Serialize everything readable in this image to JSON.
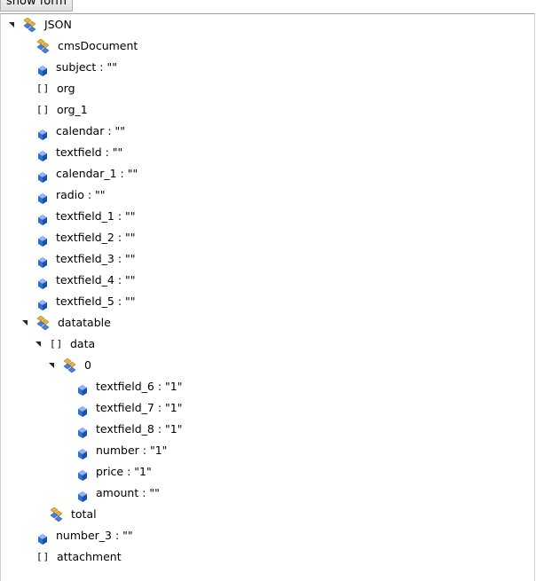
{
  "toolbar": {
    "show_form_label": "show form"
  },
  "tree": {
    "nodes": [
      {
        "label": "JSON",
        "kind": "object",
        "depth": 0,
        "expanded": true
      },
      {
        "label": "cmsDocument",
        "kind": "object",
        "depth": 1
      },
      {
        "label": "subject : \"\"",
        "kind": "property",
        "depth": 1
      },
      {
        "label": "org",
        "kind": "array",
        "depth": 1
      },
      {
        "label": "org_1",
        "kind": "array",
        "depth": 1
      },
      {
        "label": "calendar : \"\"",
        "kind": "property",
        "depth": 1
      },
      {
        "label": "textfield : \"\"",
        "kind": "property",
        "depth": 1
      },
      {
        "label": "calendar_1 : \"\"",
        "kind": "property",
        "depth": 1
      },
      {
        "label": "radio : \"\"",
        "kind": "property",
        "depth": 1
      },
      {
        "label": "textfield_1 : \"\"",
        "kind": "property",
        "depth": 1
      },
      {
        "label": "textfield_2 : \"\"",
        "kind": "property",
        "depth": 1
      },
      {
        "label": "textfield_3 : \"\"",
        "kind": "property",
        "depth": 1
      },
      {
        "label": "textfield_4 : \"\"",
        "kind": "property",
        "depth": 1
      },
      {
        "label": "textfield_5 : \"\"",
        "kind": "property",
        "depth": 1
      },
      {
        "label": "datatable",
        "kind": "object",
        "depth": 1,
        "expanded": true
      },
      {
        "label": "data",
        "kind": "array",
        "depth": 2,
        "expanded": true
      },
      {
        "label": "0",
        "kind": "object",
        "depth": 3,
        "expanded": true
      },
      {
        "label": "textfield_6 : \"1\"",
        "kind": "property",
        "depth": 4
      },
      {
        "label": "textfield_7 : \"1\"",
        "kind": "property",
        "depth": 4
      },
      {
        "label": "textfield_8 : \"1\"",
        "kind": "property",
        "depth": 4
      },
      {
        "label": "number : \"1\"",
        "kind": "property",
        "depth": 4
      },
      {
        "label": "price : \"1\"",
        "kind": "property",
        "depth": 4
      },
      {
        "label": "amount : \"\"",
        "kind": "property",
        "depth": 4
      },
      {
        "label": "total",
        "kind": "object",
        "depth": 2
      },
      {
        "label": "number_3 : \"\"",
        "kind": "property",
        "depth": 1
      },
      {
        "label": "attachment",
        "kind": "array",
        "depth": 1
      }
    ]
  },
  "colors": {
    "property_icon": "#2f6fd6",
    "object_icon_gold": "#e8b23a",
    "object_icon_blue": "#4a7fd8"
  }
}
